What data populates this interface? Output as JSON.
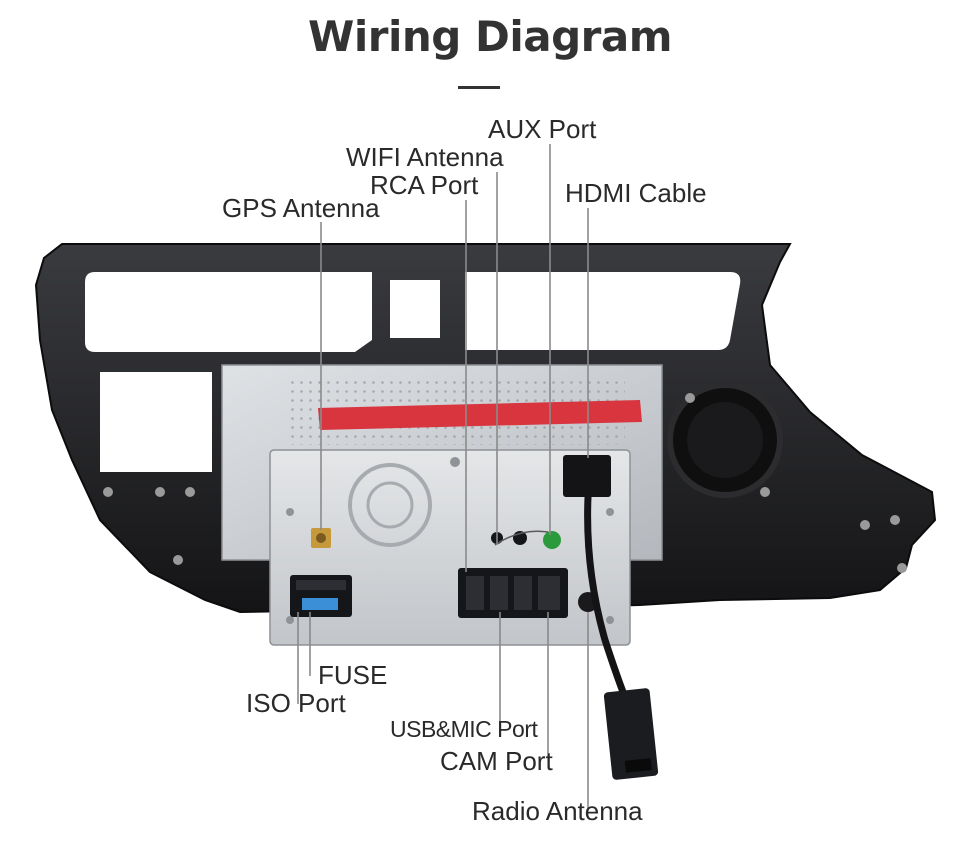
{
  "title": "Wiring Diagram",
  "labels": {
    "aux_port": "AUX Port",
    "wifi_antenna": "WIFI Antenna",
    "rca_port": "RCA Port",
    "hdmi_cable": "HDMI Cable",
    "gps_antenna": "GPS Antenna",
    "fuse": "FUSE",
    "iso_port": "ISO Port",
    "usb_mic_port": "USB&MIC Port",
    "cam_port": "CAM Port",
    "radio_antenna": "Radio Antenna"
  },
  "colors": {
    "title": "#333333",
    "frame": "#1c1c1e",
    "chassis": "#c9ccd0",
    "sticker": "#d8353f",
    "leader": "#8a8a8a",
    "connector": "#15161a",
    "fuse": "#3a8fd6"
  }
}
